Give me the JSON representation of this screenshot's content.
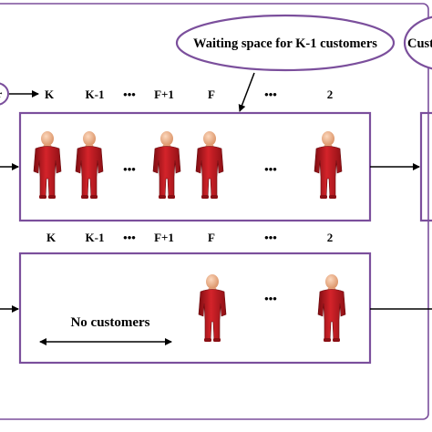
{
  "bubbles": {
    "waiting_space": "Waiting space for K-1 customers",
    "right_partial": "Cust",
    "left_partial": "r"
  },
  "top_row": {
    "positions": [
      "K",
      "K-1",
      "•••",
      "F+1",
      "F",
      "•••",
      "2"
    ],
    "inline_dots": "•••"
  },
  "bottom_row": {
    "positions": [
      "K",
      "K-1",
      "•••",
      "F+1",
      "F",
      "•••",
      "2"
    ],
    "empty_label": "No customers",
    "inline_dots": "•••"
  },
  "colors": {
    "frame": "#7b4f9c",
    "customer_body": "#c8161d",
    "customer_head": "#f2b48a"
  }
}
